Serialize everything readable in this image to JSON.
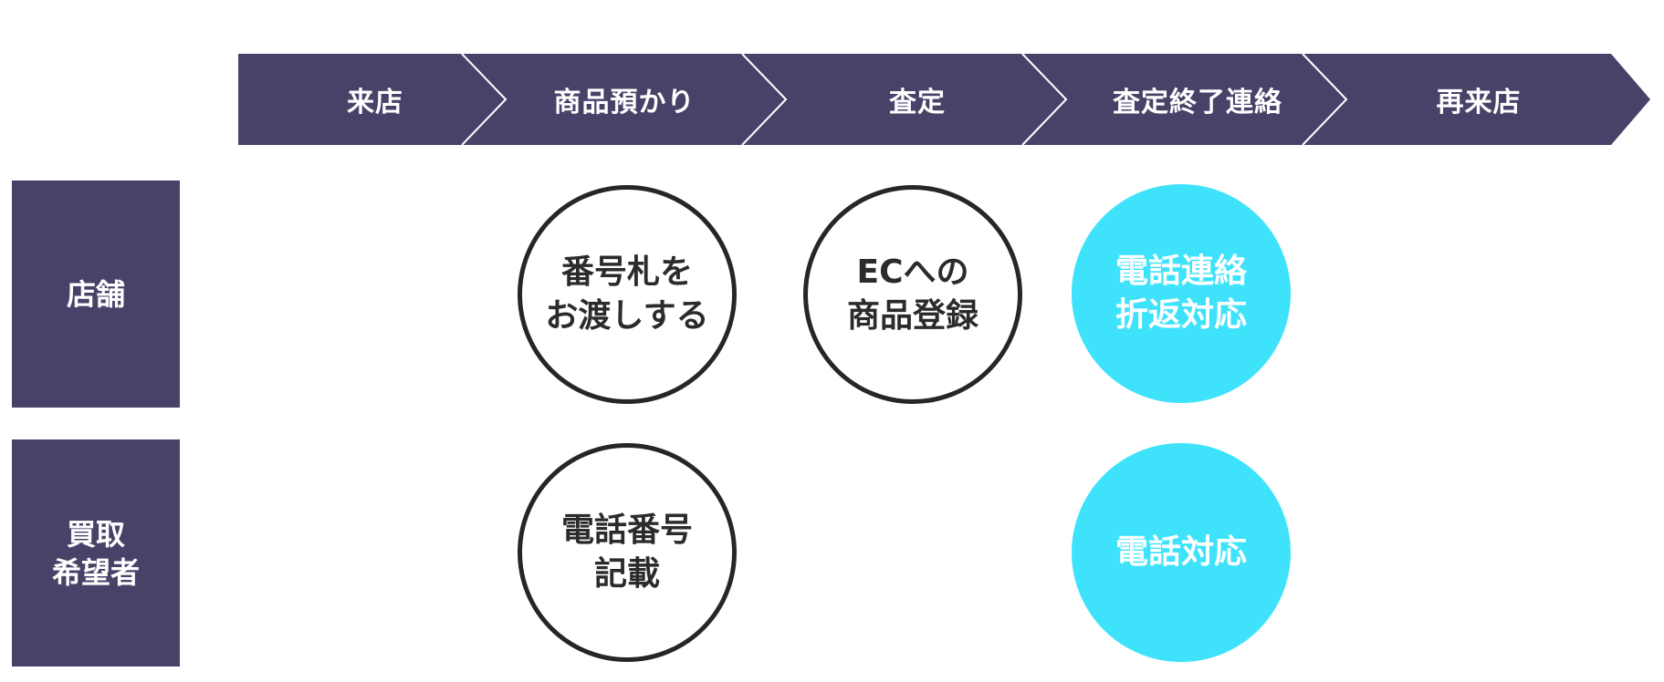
{
  "colors": {
    "step_fill": "#4a4169",
    "step_divider": "#ffffff",
    "lane_fill": "#4a4169",
    "outline_circle_border": "#262626",
    "outline_circle_text": "#2b2b2b",
    "filled_circle_fill": "#3ee3fb",
    "filled_circle_text": "#ffffff"
  },
  "process_steps": [
    {
      "label": "来店"
    },
    {
      "label": "商品預かり"
    },
    {
      "label": "査定"
    },
    {
      "label": "査定終了連絡"
    },
    {
      "label": "再来店"
    }
  ],
  "lanes": [
    {
      "label_lines": [
        "店舗"
      ]
    },
    {
      "label_lines": [
        "買取",
        "希望者"
      ]
    }
  ],
  "tasks": [
    {
      "lane": "店舗",
      "step": "商品預かり",
      "style": "outline",
      "lines": [
        "番号札を",
        "お渡しする"
      ]
    },
    {
      "lane": "店舗",
      "step": "査定",
      "style": "outline",
      "lines": [
        "ECへの",
        "商品登録"
      ]
    },
    {
      "lane": "店舗",
      "step": "査定終了連絡",
      "style": "filled",
      "lines": [
        "電話連絡",
        "折返対応"
      ]
    },
    {
      "lane": "買取希望者",
      "step": "商品預かり",
      "style": "outline",
      "lines": [
        "電話番号",
        "記載"
      ]
    },
    {
      "lane": "買取希望者",
      "step": "査定終了連絡",
      "style": "filled",
      "lines": [
        "電話対応"
      ]
    }
  ]
}
